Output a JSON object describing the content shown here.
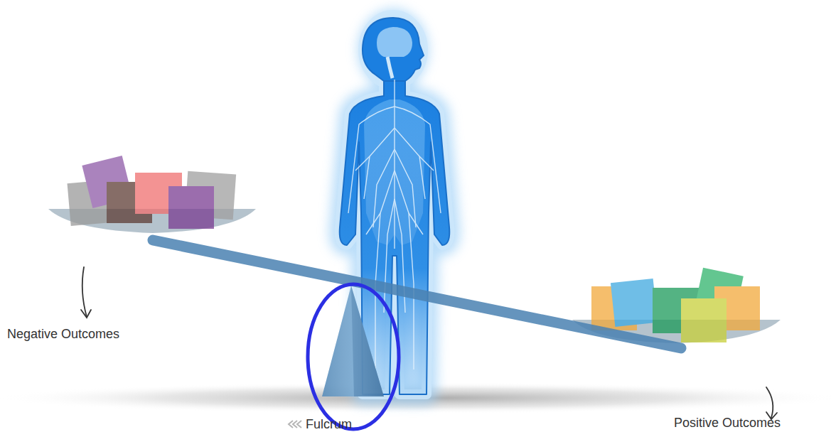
{
  "diagram": {
    "labels": [
      "Negative Outcomes",
      "Fulcrum",
      "Positive Outcomes"
    ]
  }
}
